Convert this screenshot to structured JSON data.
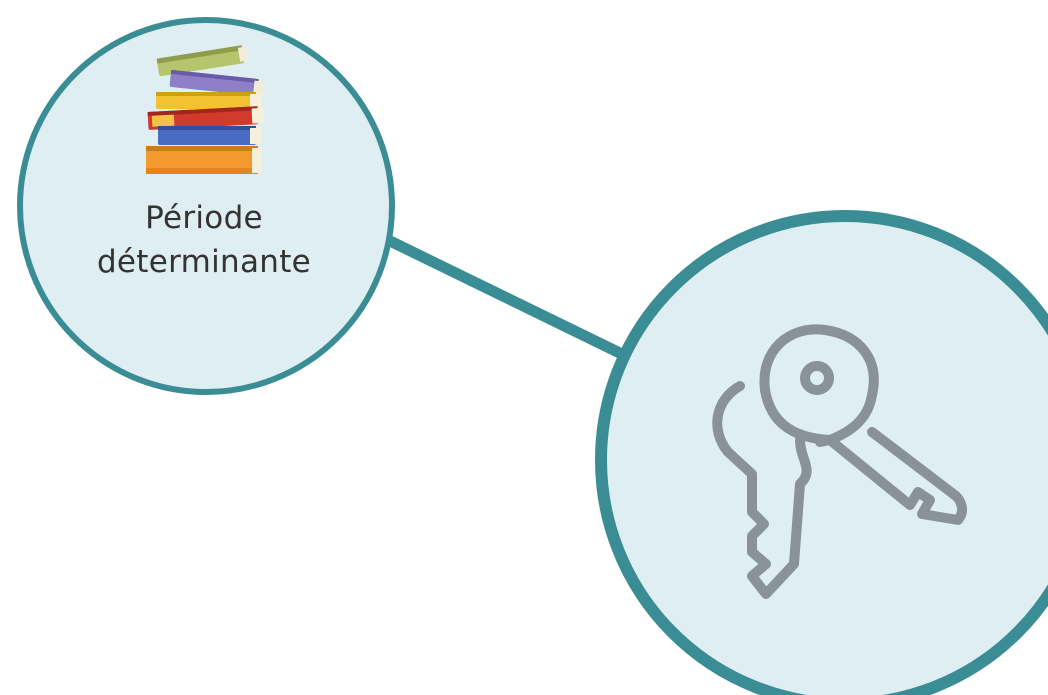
{
  "diagram": {
    "nodes": [
      {
        "id": "periode-determinante",
        "label_lines": [
          "Période",
          "déterminante"
        ],
        "icon": "books-stack-icon"
      },
      {
        "id": "key-node",
        "icon": "keys-icon"
      }
    ],
    "edges": [
      {
        "from": "periode-determinante",
        "to": "key-node"
      }
    ]
  },
  "colors": {
    "circle_fill": "#dfeef2",
    "circle_stroke": "#3b8d95",
    "connector": "#3b8d95",
    "key_icon": "#8a9299",
    "text": "#333333"
  }
}
